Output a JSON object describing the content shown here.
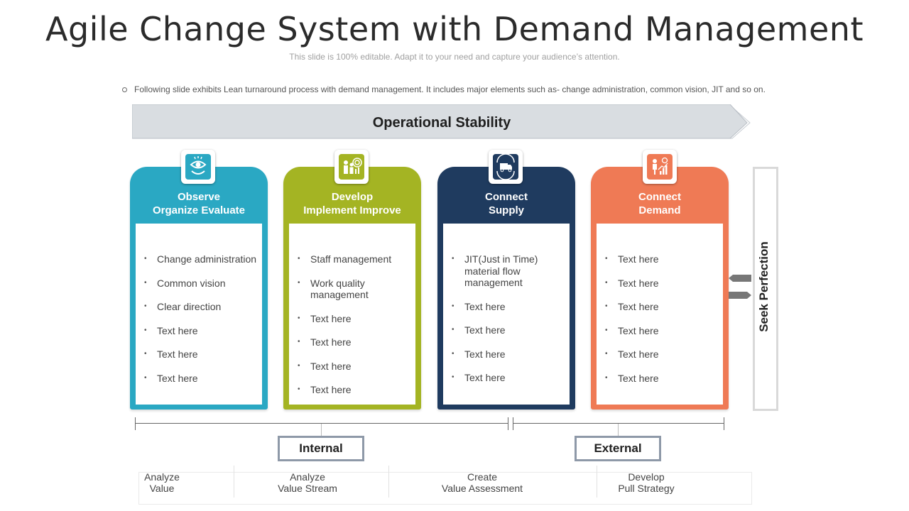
{
  "title": "Agile Change System with Demand Management",
  "subtitle": "This slide is 100% editable. Adapt it to your need and capture your audience’s attention.",
  "description": "Following slide exhibits Lean turnaround process with demand management. It includes major elements such as- change administration, common vision, JIT and so on.",
  "banner": "Operational  Stability",
  "colors": {
    "teal": "#2aa8c3",
    "olive": "#a4b423",
    "navy": "#1f3b5f",
    "orange": "#ef7a55",
    "banner": "#d9dde1"
  },
  "cards": [
    {
      "heading_1": "Observe",
      "heading_2": "Organize Evaluate",
      "icon": "eye-hand-icon",
      "items": [
        "Change administration",
        "Common vision",
        "Clear direction",
        "Text here",
        "Text here",
        "Text here"
      ]
    },
    {
      "heading_1": "Develop",
      "heading_2": "Implement Improve",
      "icon": "team-target-icon",
      "items": [
        "Staff management",
        "Work quality management",
        "Text here",
        "Text here",
        "Text here",
        "Text here"
      ]
    },
    {
      "heading_1": "Connect",
      "heading_2": "Supply",
      "icon": "delivery-truck-icon",
      "items": [
        "JIT(Just in Time) material flow management",
        "Text here",
        "Text here",
        "Text here",
        "Text here"
      ]
    },
    {
      "heading_1": "Connect",
      "heading_2": "Demand",
      "icon": "growth-chart-icon",
      "items": [
        "Text here",
        "Text here",
        "Text here",
        "Text here",
        "Text here",
        "Text here"
      ]
    }
  ],
  "seek": "Seek Perfection",
  "internal": "Internal",
  "external": "External",
  "bottom": [
    {
      "l1": "Analyze",
      "l2": "Value"
    },
    {
      "l1": "Analyze",
      "l2": "Value Stream"
    },
    {
      "l1": "Create",
      "l2": "Value Assessment"
    },
    {
      "l1": "Develop",
      "l2": "Pull Strategy"
    }
  ]
}
